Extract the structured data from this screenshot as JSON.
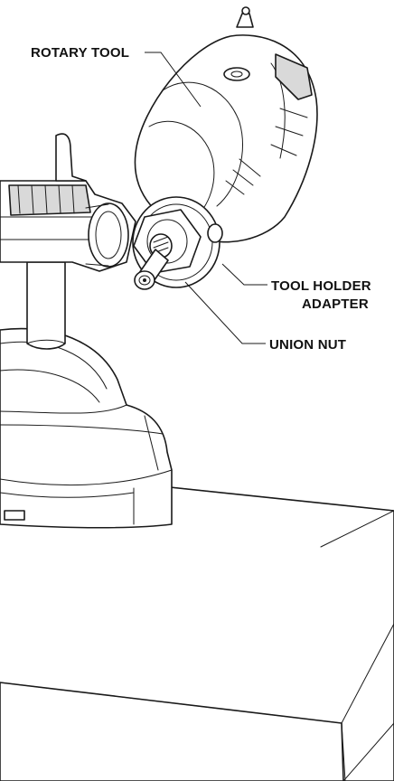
{
  "callouts": {
    "rotary_tool": "ROTARY TOOL",
    "tool_holder_line1": "TOOL HOLDER",
    "tool_holder_line2": "ADAPTER",
    "union_nut": "UNION NUT"
  }
}
